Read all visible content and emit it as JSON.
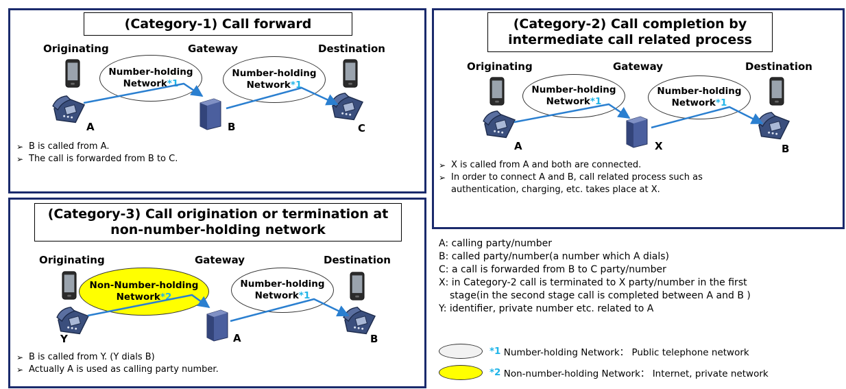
{
  "categories": {
    "cat1": {
      "title": "(Category-1) Call forward",
      "originating": "Originating",
      "gateway": "Gateway",
      "destination": "Destination",
      "network1": {
        "line1": "Number-holding",
        "line2": "Network",
        "star": "*1"
      },
      "network2": {
        "line1": "Number-holding",
        "line2": "Network",
        "star": "*1"
      },
      "node_a": "A",
      "node_b": "B",
      "node_c": "C",
      "bullets": [
        "B is called from A.",
        "The call is forwarded from B to C."
      ]
    },
    "cat2": {
      "title_line1": "(Category-2) Call completion by",
      "title_line2": "intermediate call related process",
      "originating": "Originating",
      "gateway": "Gateway",
      "destination": "Destination",
      "network1": {
        "line1": "Number-holding",
        "line2": "Network",
        "star": "*1"
      },
      "network2": {
        "line1": "Number-holding",
        "line2": "Network",
        "star": "*1"
      },
      "node_a": "A",
      "node_x": "X",
      "node_b": "B",
      "bullets": [
        "X is called from A and both are connected.",
        "In order to connect A and B, call related process such as authentication, charging, etc. takes place at X."
      ]
    },
    "cat3": {
      "title_line1": "(Category-3) Call origination or termination at",
      "title_line2": "non-number-holding network",
      "originating": "Originating",
      "gateway": "Gateway",
      "destination": "Destination",
      "network1": {
        "line1": "Non-Number-holding",
        "line2": "Network",
        "star": "*2"
      },
      "network2": {
        "line1": "Number-holding",
        "line2": "Network",
        "star": "*1"
      },
      "node_y": "Y",
      "node_a": "A",
      "node_b": "B",
      "bullets": [
        "B is called from Y. (Y dials B)",
        "Actually A is used as calling party number."
      ]
    }
  },
  "legend": {
    "a": "A: calling party/number",
    "b": "B: called party/number(a number which A dials)",
    "c": "C: a call is forwarded from B to C party/number",
    "x_line1": "X: in Category-2 call is terminated to X party/number in the first",
    "x_line2": "stage(in the second stage call is completed between A and B )",
    "y": "Y: identifier, private number etc. related to A"
  },
  "key": {
    "k1_star": "*1",
    "k1_text": "Number-holding Network：  Public telephone network",
    "k2_star": "*2",
    "k2_text": "Non-number-holding Network：  Internet, private network"
  },
  "colors": {
    "panel_border": "#1a2a6c",
    "star": "#1fb4e8",
    "arrow": "#2a7fd0",
    "yellow_network": "#ffff00"
  }
}
